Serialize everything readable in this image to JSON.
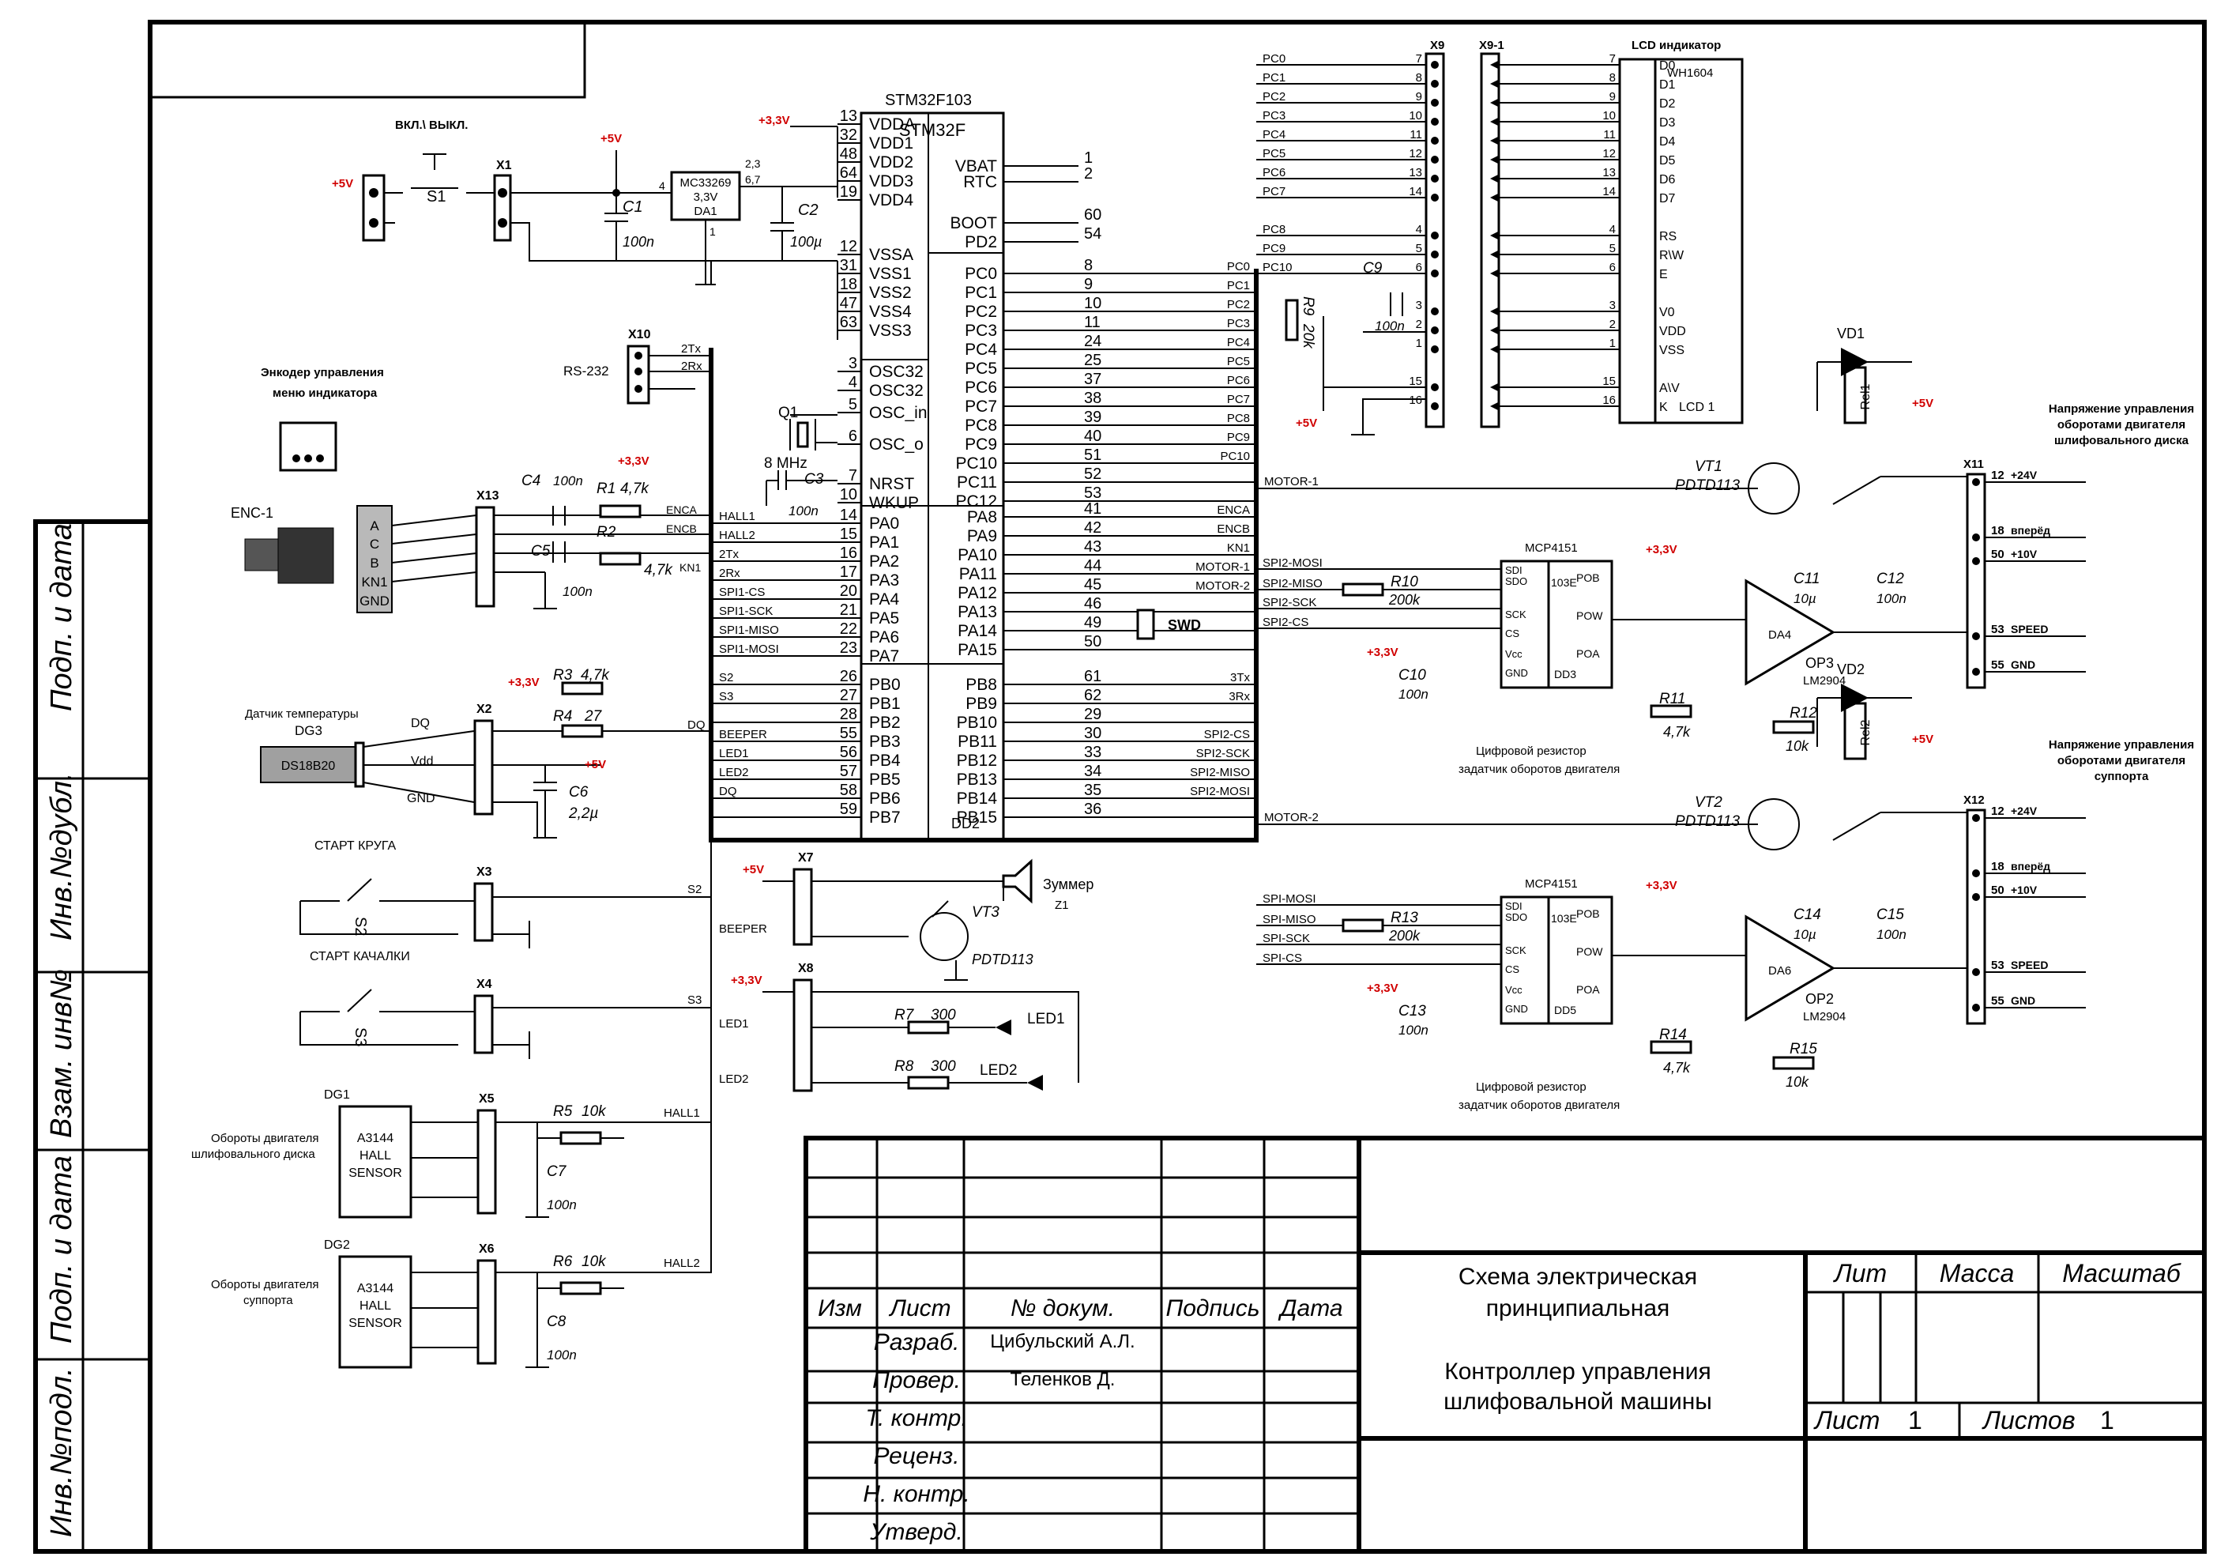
{
  "mcu": {
    "title": "STM32F103",
    "inner": "STM32F",
    "ref": "DD2",
    "left": [
      {
        "n": "13",
        "f": "VDDA"
      },
      {
        "n": "32",
        "f": "VDD1"
      },
      {
        "n": "48",
        "f": "VDD2"
      },
      {
        "n": "64",
        "f": "VDD3"
      },
      {
        "n": "19",
        "f": "VDD4"
      },
      {
        "n": "12",
        "f": "VSSA"
      },
      {
        "n": "31",
        "f": "VSS1"
      },
      {
        "n": "18",
        "f": "VSS2"
      },
      {
        "n": "47",
        "f": "VSS4"
      },
      {
        "n": "63",
        "f": "VSS3"
      },
      {
        "n": "3",
        "f": "OSC32"
      },
      {
        "n": "4",
        "f": "OSC32"
      },
      {
        "n": "5",
        "f": "OSC_in"
      },
      {
        "n": "6",
        "f": "OSC_o"
      },
      {
        "n": "7",
        "f": "NRST"
      },
      {
        "n": "10",
        "f": "WKUP"
      },
      {
        "n": "14",
        "f": "PA0"
      },
      {
        "n": "15",
        "f": "PA1"
      },
      {
        "n": "16",
        "f": "PA2"
      },
      {
        "n": "17",
        "f": "PA3"
      },
      {
        "n": "20",
        "f": "PA4"
      },
      {
        "n": "21",
        "f": "PA5"
      },
      {
        "n": "22",
        "f": "PA6"
      },
      {
        "n": "23",
        "f": "PA7"
      },
      {
        "n": "26",
        "f": "PB0"
      },
      {
        "n": "27",
        "f": "PB1"
      },
      {
        "n": "28",
        "f": "PB2"
      },
      {
        "n": "55",
        "f": "PB3"
      },
      {
        "n": "56",
        "f": "PB4"
      },
      {
        "n": "57",
        "f": "PB5"
      },
      {
        "n": "58",
        "f": "PB6"
      },
      {
        "n": "59",
        "f": "PB7"
      }
    ],
    "right": [
      {
        "n": "1",
        "f": "VBAT"
      },
      {
        "n": "2",
        "f": "RTC"
      },
      {
        "n": "60",
        "f": "BOOT"
      },
      {
        "n": "54",
        "f": "PD2"
      },
      {
        "n": "8",
        "f": "PC0"
      },
      {
        "n": "9",
        "f": "PC1"
      },
      {
        "n": "10",
        "f": "PC2"
      },
      {
        "n": "11",
        "f": "PC3"
      },
      {
        "n": "24",
        "f": "PC4"
      },
      {
        "n": "25",
        "f": "PC5"
      },
      {
        "n": "37",
        "f": "PC6"
      },
      {
        "n": "38",
        "f": "PC7"
      },
      {
        "n": "39",
        "f": "PC8"
      },
      {
        "n": "40",
        "f": "PC9"
      },
      {
        "n": "51",
        "f": "PC10"
      },
      {
        "n": "52",
        "f": "PC11"
      },
      {
        "n": "53",
        "f": "PC12"
      },
      {
        "n": "41",
        "f": "PA8"
      },
      {
        "n": "42",
        "f": "PA9"
      },
      {
        "n": "43",
        "f": "PA10"
      },
      {
        "n": "44",
        "f": "PA11"
      },
      {
        "n": "45",
        "f": "PA12"
      },
      {
        "n": "46",
        "f": "PA13"
      },
      {
        "n": "49",
        "f": "PA14"
      },
      {
        "n": "50",
        "f": "PA15"
      },
      {
        "n": "61",
        "f": "PB8"
      },
      {
        "n": "62",
        "f": "PB9"
      },
      {
        "n": "29",
        "f": "PB10"
      },
      {
        "n": "30",
        "f": "PB11"
      },
      {
        "n": "33",
        "f": "PB12"
      },
      {
        "n": "34",
        "f": "PB13"
      },
      {
        "n": "35",
        "f": "PB14"
      },
      {
        "n": "36",
        "f": "PB15"
      }
    ],
    "left_nets": [
      "HALL1",
      "HALL2",
      "2Tx",
      "2Rx",
      "SPI1-CS",
      "SPI1-SCK",
      "SPI1-MISO",
      "SPI1-MOSI",
      "S2",
      "S3",
      "",
      "BEEPER",
      "LED1",
      "LED2",
      "DQ",
      ""
    ],
    "right_nets": [
      "PC0",
      "PC1",
      "PC2",
      "PC3",
      "PC4",
      "PC5",
      "PC6",
      "PC7",
      "PC8",
      "PC9",
      "PC10",
      "",
      "",
      "ENCA",
      "ENCB",
      "KN1",
      "MOTOR-1",
      "MOTOR-2",
      "",
      "",
      "",
      "3Tx",
      "3Rx",
      "",
      "SPI2-CS",
      "SPI2-SCK",
      "SPI2-MISO",
      "SPI2-MOSI"
    ]
  },
  "power": {
    "switch_label": "ВКЛ.\\ ВЫКЛ.",
    "switch_ref": "S1",
    "conn": "X1",
    "plus5": "+5V",
    "plus33": "+3,3V",
    "reg": [
      "MC33269",
      "3,3V",
      "DA1"
    ],
    "reg_pins": [
      "4",
      "2,3",
      "6,7",
      "1"
    ],
    "c1": "C1",
    "c1v": "100n",
    "c2": "C2",
    "c2v": "100µ"
  },
  "rs232": {
    "label": "RS-232",
    "conn": "X10",
    "tx": "2Tx",
    "rx": "2Rx"
  },
  "osc": {
    "q": "Q1",
    "freq": "8 MHz",
    "c3": "C3",
    "c3v": "100n"
  },
  "encoder": {
    "title1": "Энкодер управления",
    "title2": "меню индикатора",
    "ref": "ENC-1",
    "conn": "X13",
    "pins": [
      "A",
      "C",
      "B",
      "KN1",
      "GND"
    ],
    "c4": "C4",
    "c4v": "100n",
    "r1": "R1",
    "r1v": "4,7k",
    "r2": "R2",
    "r2v": "4,7k",
    "c5": "C5",
    "c5v": "100n",
    "nets": [
      "ENCA",
      "ENCB",
      "KN1"
    ],
    "v": "+3,3V"
  },
  "temp": {
    "title": "Датчик температуры",
    "ref": "DG3",
    "chip": "DS18B20",
    "conn": "X2",
    "pins": [
      "DQ",
      "Vdd",
      "GND"
    ],
    "r3": "R3",
    "r3v": "4,7k",
    "r4": "R4",
    "r4v": "27",
    "c6": "C6",
    "c6v": "2,2µ",
    "v33": "+3,3V",
    "v5": "+5V",
    "net": "DQ"
  },
  "buttons": [
    {
      "title": "СТАРТ КРУГА",
      "ref": "S2",
      "conn": "X3",
      "net": "S2"
    },
    {
      "title": "СТАРТ КАЧАЛКИ",
      "ref": "S3",
      "conn": "X4",
      "net": "S3"
    }
  ],
  "buzzer": {
    "conn": "X7",
    "v": "+5V",
    "label": "Зуммер",
    "ref": "Z1",
    "vt": "VT3",
    "vtp": "PDTD113",
    "net": "BEEPER"
  },
  "leds": {
    "conn": "X8",
    "v": "+3,3V",
    "items": [
      {
        "r": "R7",
        "rv": "300",
        "led": "LED1",
        "net": "LED1"
      },
      {
        "r": "R8",
        "rv": "300",
        "led": "LED2",
        "net": "LED2"
      }
    ]
  },
  "halls": [
    {
      "title1": "Обороты двигателя",
      "title2": "шлифовального диска",
      "ref": "DG1",
      "conn": "X5",
      "r": "R5",
      "rv": "10k",
      "c": "C7",
      "cv": "100n",
      "net": "HALL1"
    },
    {
      "title1": "Обороты двигателя",
      "title2": "суппорта",
      "ref": "DG2",
      "conn": "X6",
      "r": "R6",
      "rv": "10k",
      "c": "C8",
      "cv": "100n",
      "net": "HALL2"
    }
  ],
  "hall_chip": [
    "A3144",
    "HALL",
    "SENSOR"
  ],
  "swd": {
    "label": "SWD"
  },
  "lcd": {
    "title": "LCD индикатор",
    "model": "WH1604",
    "ref": "LCD 1",
    "x9": "X9",
    "x91": "X9-1",
    "left_nets": [
      "PC0",
      "PC1",
      "PC2",
      "PC3",
      "PC4",
      "PC5",
      "PC6",
      "PC7",
      "PC8",
      "PC9",
      "PC10"
    ],
    "data_pins": [
      "7",
      "8",
      "9",
      "10",
      "11",
      "12",
      "13",
      "14"
    ],
    "data_names": [
      "D0",
      "D1",
      "D2",
      "D3",
      "D4",
      "D5",
      "D6",
      "D7"
    ],
    "ctrl_pins": [
      "4",
      "5",
      "6"
    ],
    "ctrl_names": [
      "RS",
      "R\\W",
      "E"
    ],
    "pwr_pins": [
      "3",
      "2",
      "1"
    ],
    "pwr_names": [
      "V0",
      "VDD",
      "VSS"
    ],
    "bl_pins": [
      "15",
      "16"
    ],
    "bl_names": [
      "A\\V",
      "K"
    ],
    "r9": "R9",
    "r9v": "20k",
    "c9": "C9",
    "c9v": "100n",
    "v": "+5V"
  },
  "motors": [
    {
      "motor": "MOTOR-1",
      "vt": "VT1",
      "vtp": "PDTD113",
      "vd": "VD1",
      "rel": "Rel1",
      "conn": "X11",
      "title": [
        "Напряжение управления",
        "оборотами двигателя",
        "шлифовального диска"
      ],
      "pot": "MCP4151",
      "pot_ref": "DD3",
      "pot_code": "103E",
      "spi": [
        "SPI2-MOSI",
        "SPI2-MISO",
        "SPI2-SCK",
        "SPI2-CS"
      ],
      "rin": "R10",
      "rinv": "200k",
      "c10": "C10",
      "c10v": "100n",
      "op": "OP3",
      "da": "DA4",
      "opp": "LM2904",
      "c_a": "C11",
      "c_av": "10µ",
      "c_b": "C12",
      "c_bv": "100n",
      "r_a": "R11",
      "r_av": "4,7k",
      "r_b": "R12",
      "r_bv": "10k",
      "caption": [
        "Цифровой резистор",
        "задатчик оборотов двигателя"
      ]
    },
    {
      "motor": "MOTOR-2",
      "vt": "VT2",
      "vtp": "PDTD113",
      "vd": "VD2",
      "rel": "Rel2",
      "conn": "X12",
      "title": [
        "Напряжение управления",
        "оборотами двигателя",
        "суппорта"
      ],
      "pot": "MCP4151",
      "pot_ref": "DD5",
      "pot_code": "103E",
      "spi": [
        "SPI-MOSI",
        "SPI-MISO",
        "SPI-SCK",
        "SPI-CS"
      ],
      "rin": "R13",
      "rinv": "200k",
      "c10": "C13",
      "c10v": "100n",
      "op": "OP2",
      "da": "DA6",
      "opp": "LM2904",
      "c_a": "C14",
      "c_av": "10µ",
      "c_b": "C15",
      "c_bv": "100n",
      "r_a": "R14",
      "r_av": "4,7k",
      "r_b": "R15",
      "r_bv": "10k",
      "caption": [
        "Цифровой резистор",
        "задатчик оборотов двигателя"
      ]
    }
  ],
  "out_pins": [
    {
      "n": "12",
      "l": "+24V"
    },
    {
      "n": "18",
      "l": "вперёд"
    },
    {
      "n": "50",
      "l": "+10V"
    },
    {
      "n": "53",
      "l": "SPEED"
    },
    {
      "n": "55",
      "l": "GND"
    }
  ],
  "side": [
    "Подп. и дата",
    "Инв.№дубл.",
    "Взам. инв№",
    "Подп. и дата",
    "Инв.№подл."
  ],
  "titleblock": {
    "cols": [
      "Изм",
      "Лист",
      "№ докум.",
      "Подпись",
      "Дата"
    ],
    "roles": [
      "Разраб.",
      "Провер.",
      "Т. контр.",
      "Реценз.",
      "Н. контр.",
      "Утверд."
    ],
    "names": [
      "Цибульский А.Л.",
      "Теленков Д."
    ],
    "title1": "Схема электрическая",
    "title2": "принципиальная",
    "title3": "Контроллер управления",
    "title4": "шлифовальной машины",
    "lit": "Лит",
    "mass": "Масса",
    "scale": "Масштаб",
    "sheet": "Лист",
    "sheet_n": "1",
    "sheets": "Листов",
    "sheets_n": "1"
  }
}
